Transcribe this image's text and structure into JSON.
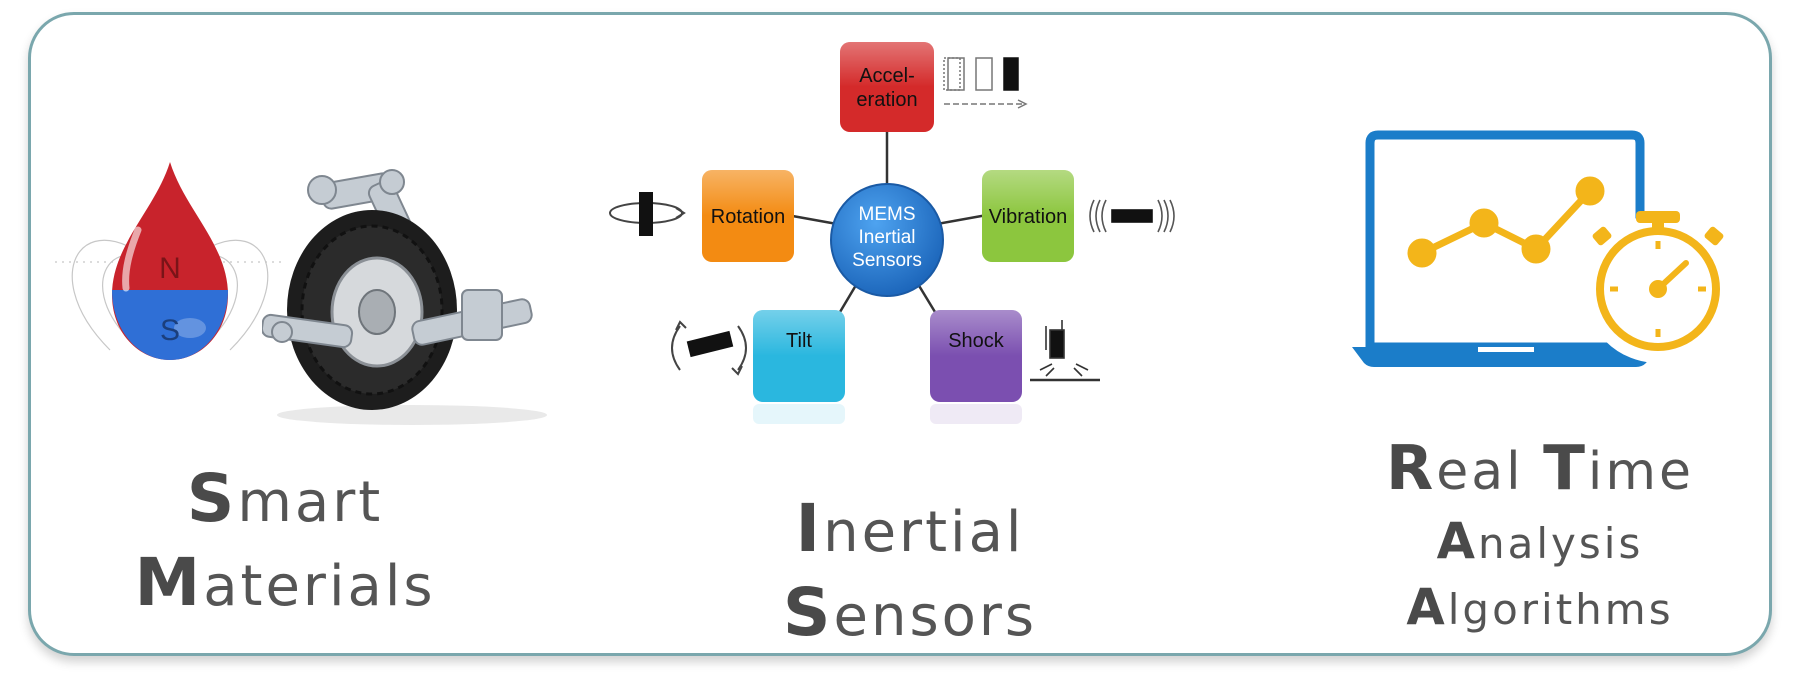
{
  "left_panel": {
    "magnet_letters": {
      "north": "N",
      "south": "S"
    },
    "caption_line1": {
      "initial": "S",
      "rest": "mart"
    },
    "caption_line2": {
      "initial": "M",
      "rest": "aterials"
    }
  },
  "center_panel": {
    "hub": {
      "line1": "MEMS",
      "line2": "Inertial",
      "line3": "Sensors",
      "color": "#2a7dd1"
    },
    "nodes": {
      "acceleration": {
        "line1": "Accel-",
        "line2": "eration",
        "color": "#d42a2a"
      },
      "rotation": {
        "label": "Rotation",
        "color": "#f38b12"
      },
      "vibration": {
        "label": "Vibration",
        "color": "#8cc63e"
      },
      "tilt": {
        "label": "Tilt",
        "color": "#2ab7df"
      },
      "shock": {
        "label": "Shock",
        "color": "#7b4fb0"
      }
    },
    "caption_line1": {
      "initial": "I",
      "rest": "nertial"
    },
    "caption_line2": {
      "initial": "S",
      "rest": "ensors"
    }
  },
  "right_panel": {
    "colors": {
      "laptop": "#1b7dc9",
      "accent": "#f3b51a"
    },
    "caption_line1a": {
      "initial": "R",
      "rest": "eal "
    },
    "caption_line1b": {
      "initial": "T",
      "rest": "ime"
    },
    "caption_line2": {
      "initial": "A",
      "rest": "nalysis"
    },
    "caption_line3": {
      "initial": "A",
      "rest": "lgorithms"
    }
  }
}
